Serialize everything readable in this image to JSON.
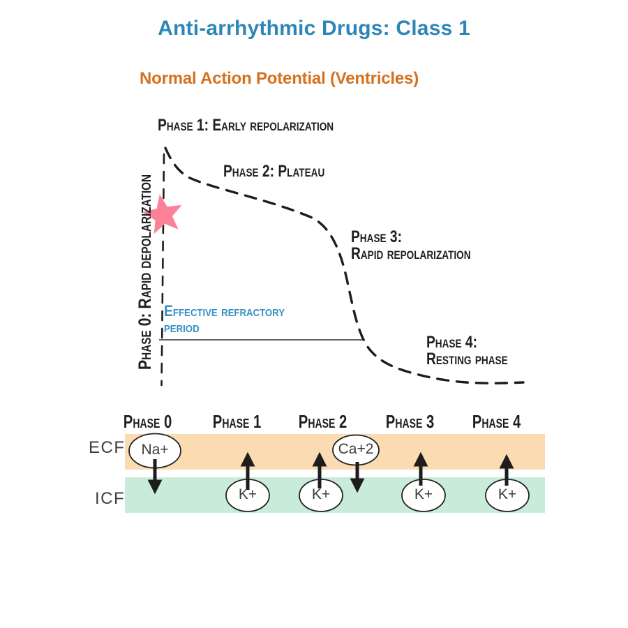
{
  "title": "Anti-arrhythmic Drugs: Class 1",
  "subtitle": "Normal Action Potential (Ventricles)",
  "graph": {
    "phase0_label": "Phase 0: Rapid depolarization",
    "phase1_label": "Phase 1: Early repolarization",
    "phase2_label": "Phase 2: Plateau",
    "phase3_label_line1": "Phase 3:",
    "phase3_label_line2": "Rapid repolarization",
    "phase4_label_line1": "Phase 4:",
    "phase4_label_line2": "Resting phase",
    "erp_label_line1": "Effective refractory",
    "erp_label_line2": "period",
    "marker": "star"
  },
  "membrane": {
    "ecf_label": "ECF",
    "icf_label": "ICF",
    "phase_headers": [
      "Phase 0",
      "Phase 1",
      "Phase 2",
      "Phase 3",
      "Phase 4"
    ],
    "ions": {
      "na": "Na+",
      "k": "K+",
      "ca": "Ca+2"
    },
    "movements": [
      {
        "phase": "Phase 0",
        "ion": "Na+",
        "direction": "into cell"
      },
      {
        "phase": "Phase 1",
        "ion": "K+",
        "direction": "out of cell"
      },
      {
        "phase": "Phase 2",
        "ion": "K+",
        "direction": "out of cell"
      },
      {
        "phase": "Phase 2",
        "ion": "Ca+2",
        "direction": "into cell"
      },
      {
        "phase": "Phase 3",
        "ion": "K+",
        "direction": "out of cell"
      },
      {
        "phase": "Phase 4",
        "ion": "K+",
        "direction": "out of cell"
      }
    ]
  },
  "colors": {
    "title_blue": "#2e86b8",
    "subtitle_orange": "#d4711c",
    "erp_teal": "#3590c4",
    "ink": "#1d1d1d",
    "star_pink": "#fa8198",
    "ecf_band": "#fbdcb2",
    "icf_band": "#c9ecda"
  }
}
